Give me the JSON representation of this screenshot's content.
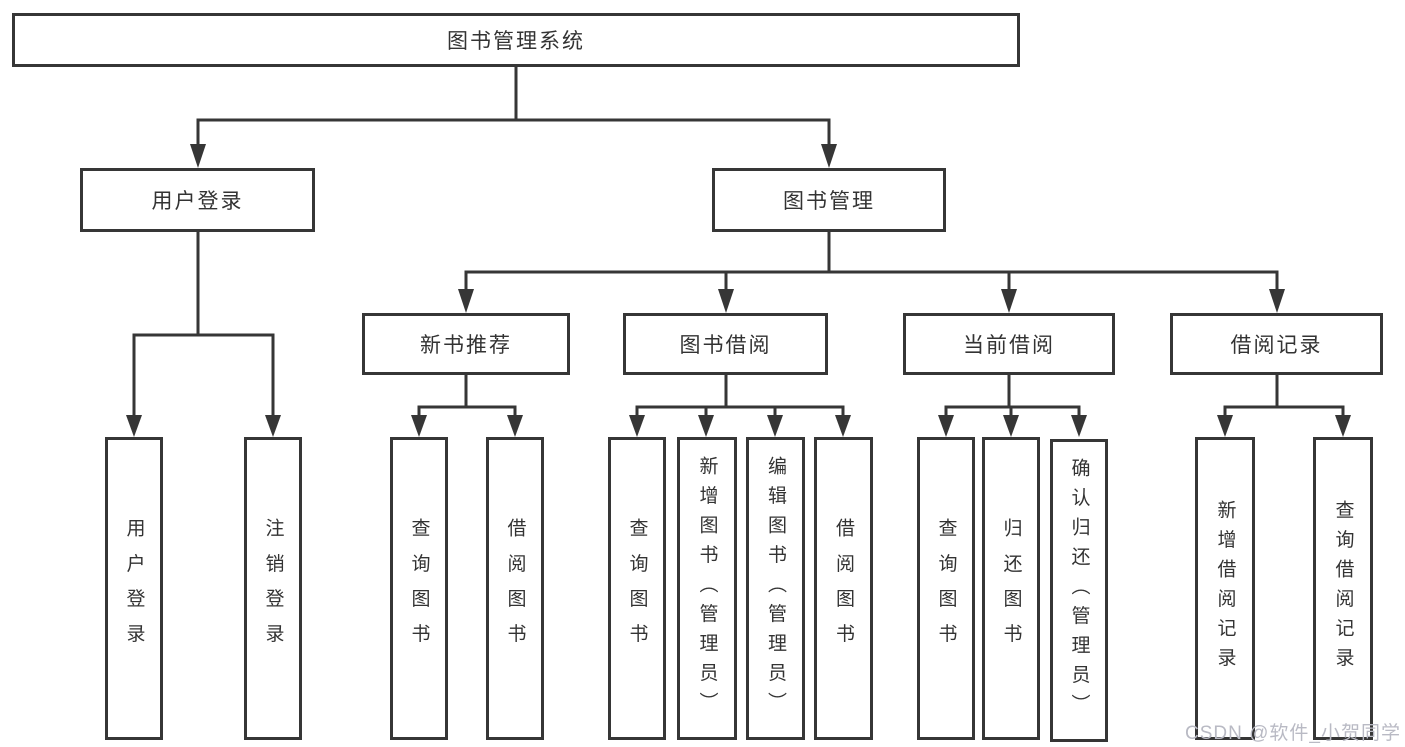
{
  "diagram": {
    "root": {
      "label": "图书管理系统"
    },
    "level2": [
      {
        "label": "用户登录",
        "children": [
          {
            "label": "用户登录"
          },
          {
            "label": "注销登录"
          }
        ]
      },
      {
        "label": "图书管理",
        "children": [
          {
            "label": "新书推荐",
            "children": [
              {
                "label": "查询图书"
              },
              {
                "label": "借阅图书"
              }
            ]
          },
          {
            "label": "图书借阅",
            "children": [
              {
                "label": "查询图书"
              },
              {
                "label": "新增图书（管理员）"
              },
              {
                "label": "编辑图书（管理员）"
              },
              {
                "label": "借阅图书"
              }
            ]
          },
          {
            "label": "当前借阅",
            "children": [
              {
                "label": "查询图书"
              },
              {
                "label": "归还图书"
              },
              {
                "label": "确认归还（管理员）"
              }
            ]
          },
          {
            "label": "借阅记录",
            "children": [
              {
                "label": "新增借阅记录"
              },
              {
                "label": "查询借阅记录"
              }
            ]
          }
        ]
      }
    ]
  },
  "watermark": {
    "text": "CSDN @软件_小贺同学"
  },
  "colors": {
    "line": "#363636",
    "text": "#333333",
    "watermark": "#b9bac4",
    "background": "#ffffff"
  }
}
